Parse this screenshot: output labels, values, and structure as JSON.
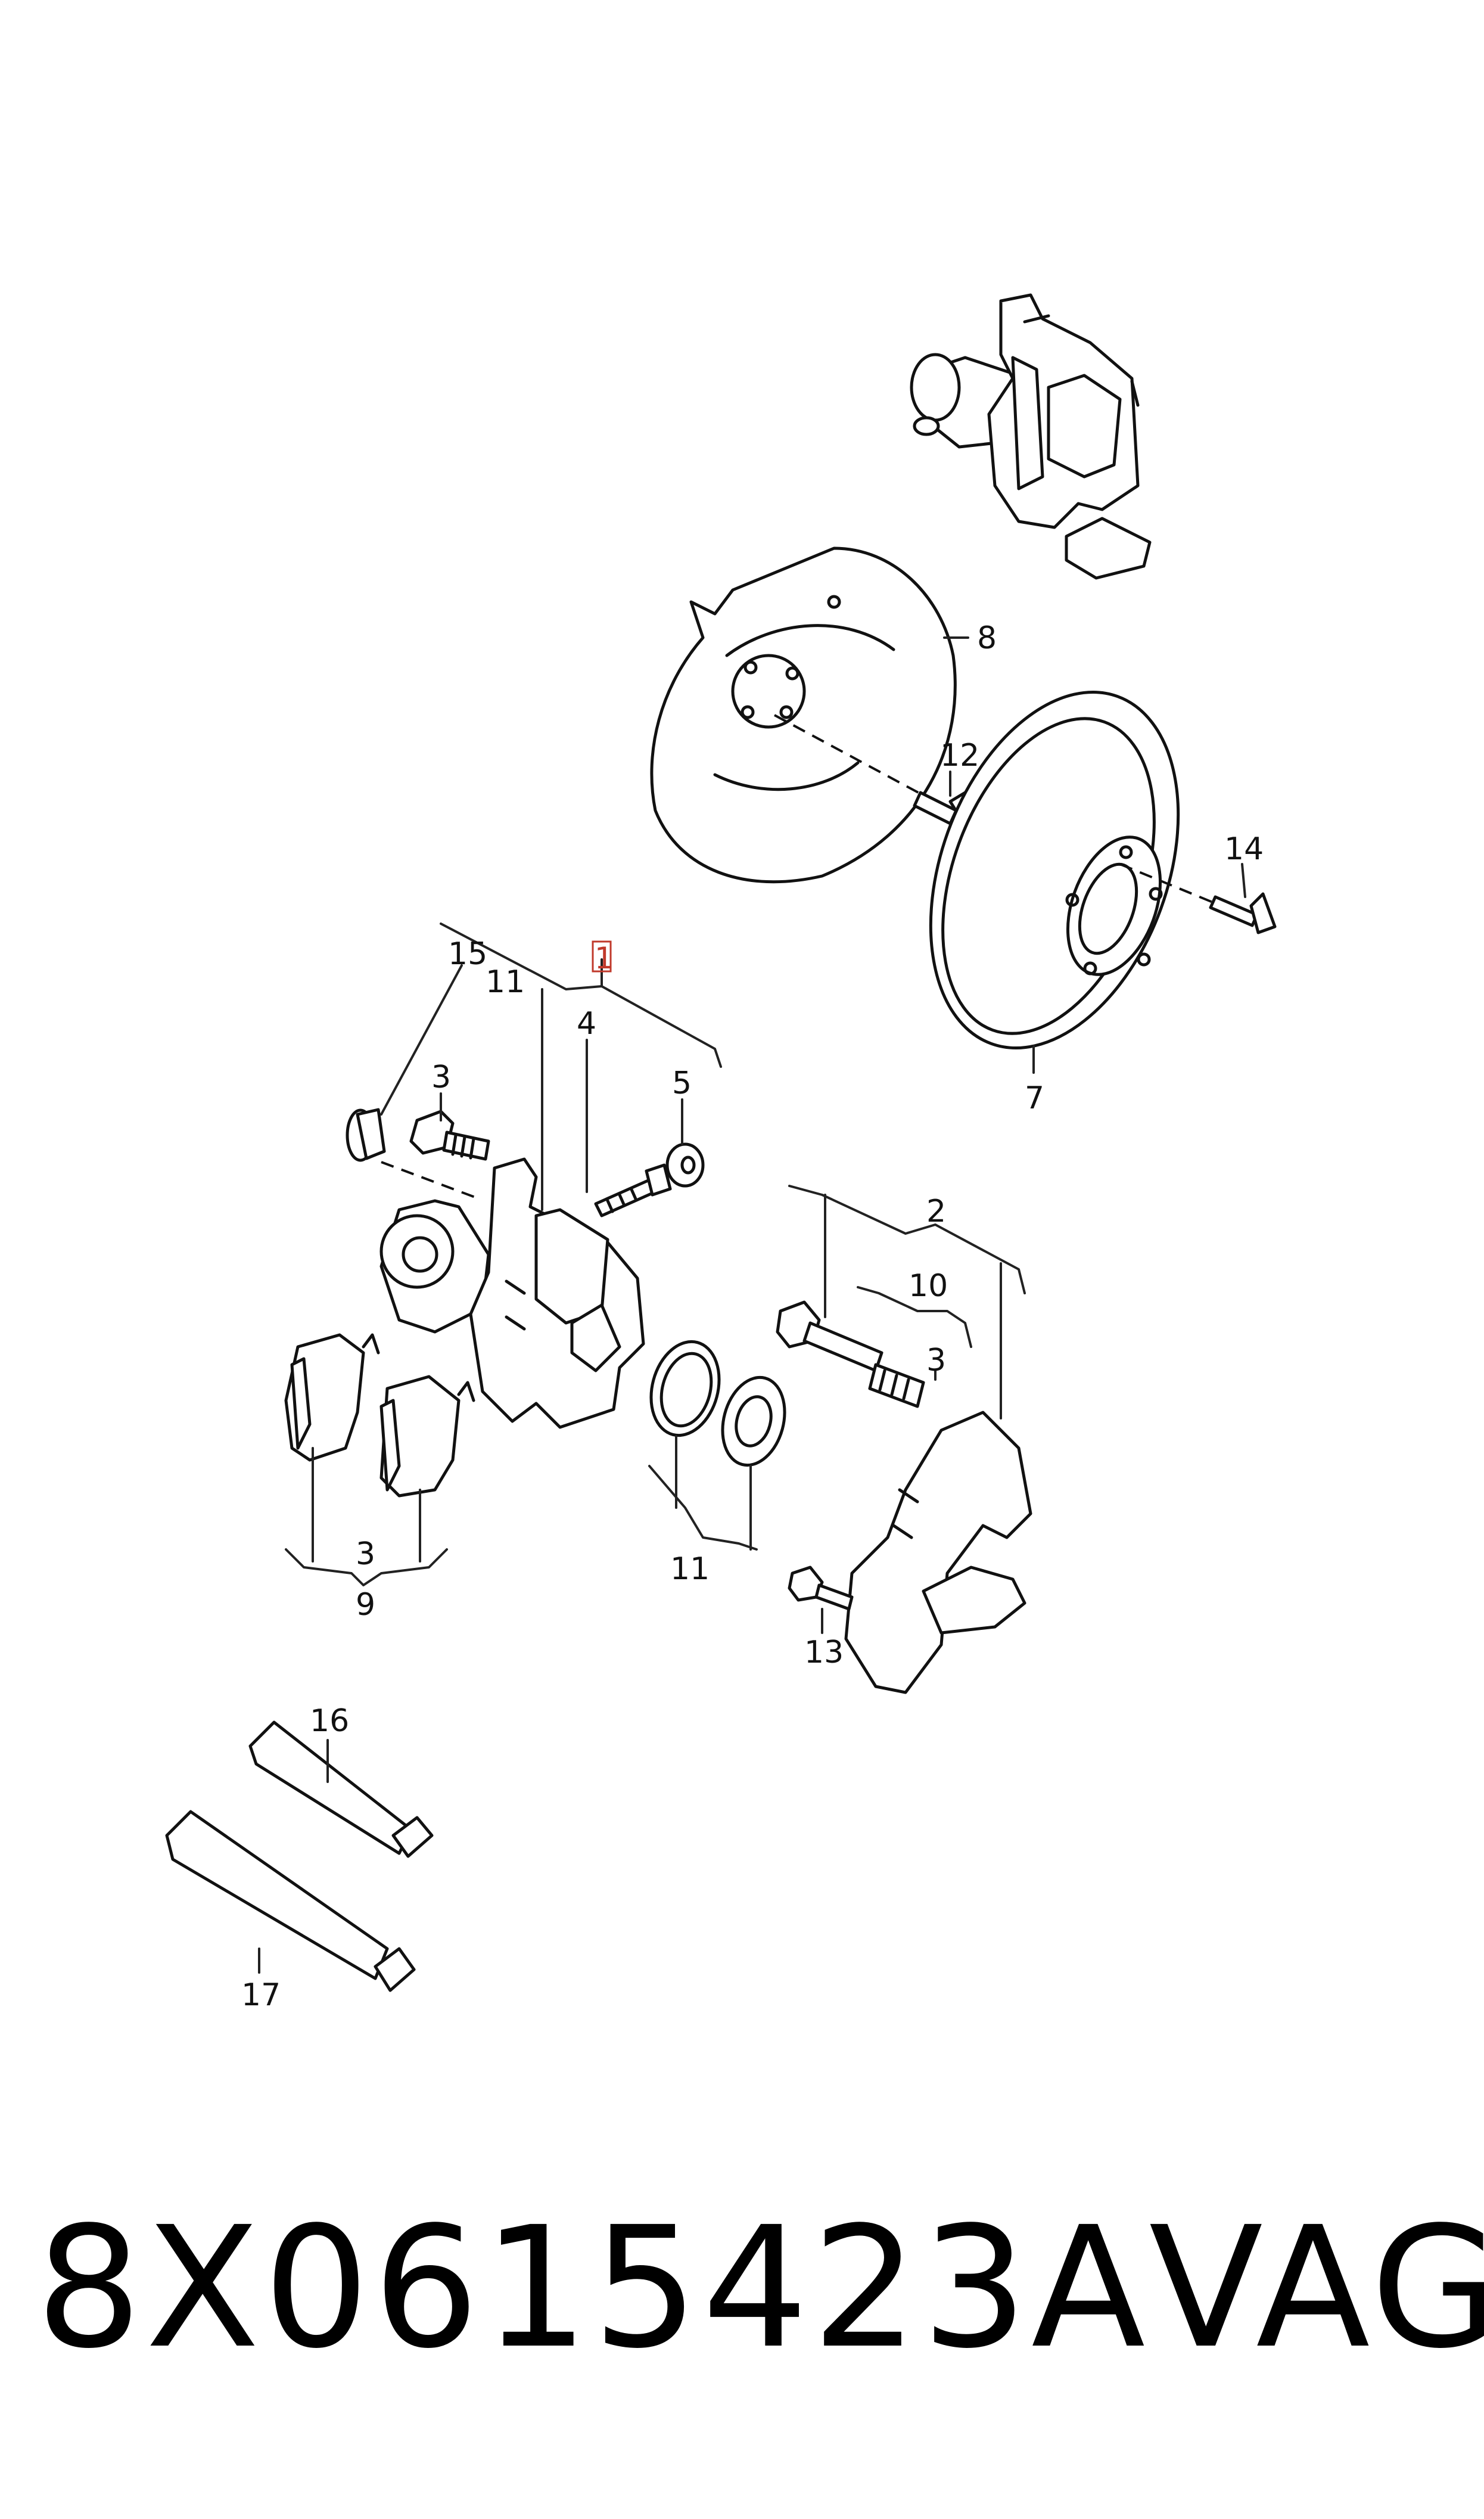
{
  "callouts": {
    "c1": "1",
    "c2": "2",
    "c3a": "3",
    "c3b": "3",
    "c3c": "3",
    "c4": "4",
    "c5": "5",
    "c7": "7",
    "c8": "8",
    "c9": "9",
    "c10": "10",
    "c11a": "11",
    "c11b": "11",
    "c12": "12",
    "c13": "13",
    "c14": "14",
    "c15": "15",
    "c16": "16",
    "c17": "17"
  },
  "footer": {
    "part_number": "8X0615423A",
    "brand": "VAG"
  },
  "colors": {
    "highlight": "#c0392b",
    "line": "#111111",
    "background": "#ffffff"
  }
}
